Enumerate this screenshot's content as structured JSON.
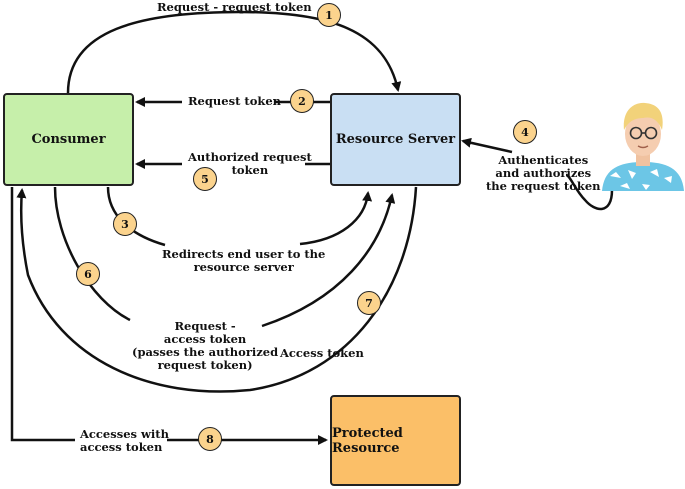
{
  "colors": {
    "consumer": "#c6efaa",
    "server": "#c9dff3",
    "resource": "#fbbf68",
    "badge": "#fbd38d",
    "arrow": "#111111"
  },
  "nodes": {
    "consumer": "Consumer",
    "server": "Resource Server",
    "resource": "Protected Resource",
    "user": "end-user-avatar"
  },
  "steps": [
    {
      "num": "1",
      "lines": [
        "Request - request token"
      ]
    },
    {
      "num": "2",
      "lines": [
        "Request token"
      ]
    },
    {
      "num": "3",
      "lines": [
        "Redirects end user to the",
        "resource server"
      ]
    },
    {
      "num": "4",
      "lines": [
        "Authenticates",
        "and authorizes",
        "the request token"
      ]
    },
    {
      "num": "5",
      "lines": [
        "Authorized request",
        "token"
      ]
    },
    {
      "num": "6",
      "lines": [
        "Request -",
        "access token",
        "(passes the authorized",
        "request token)"
      ]
    },
    {
      "num": "7",
      "lines": [
        "Access token"
      ]
    },
    {
      "num": "8",
      "lines": [
        "Accesses with",
        "access token"
      ]
    }
  ]
}
